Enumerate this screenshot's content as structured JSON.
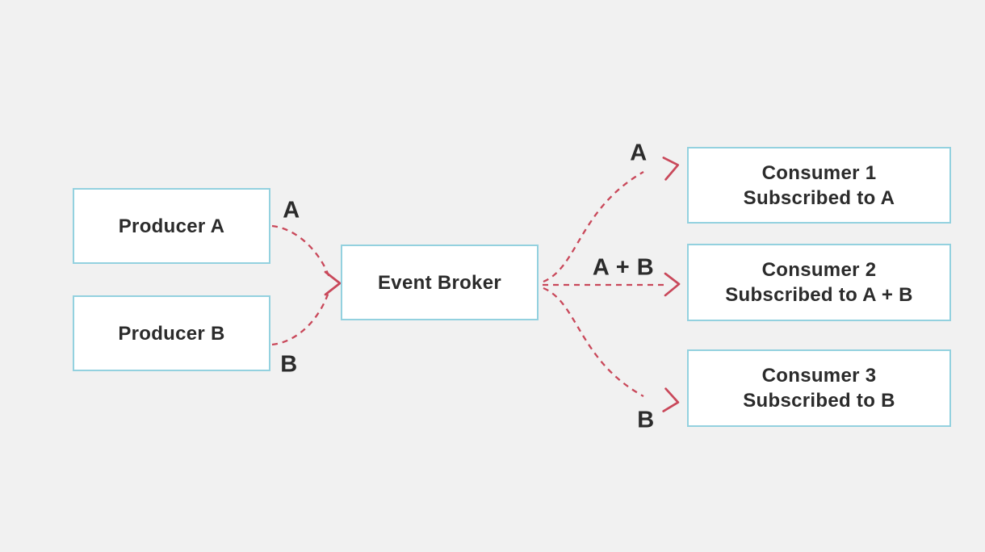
{
  "diagram": {
    "producers": [
      {
        "label": "Producer A"
      },
      {
        "label": "Producer B"
      }
    ],
    "broker": {
      "label": "Event Broker"
    },
    "consumers": [
      {
        "name": "Consumer 1",
        "subscription": "Subscribed to A"
      },
      {
        "name": "Consumer 2",
        "subscription": "Subscribed to A + B"
      },
      {
        "name": "Consumer 3",
        "subscription": "Subscribed to B"
      }
    ],
    "edge_labels": {
      "producer_a": "A",
      "producer_b": "B",
      "consumer_1": "A",
      "consumer_2": "A + B",
      "consumer_3": "B"
    },
    "colors": {
      "background": "#f1f1f1",
      "box_fill": "#ffffff",
      "box_border": "#93d1df",
      "text": "#2b2b2b",
      "arrow": "#c9485a"
    }
  }
}
